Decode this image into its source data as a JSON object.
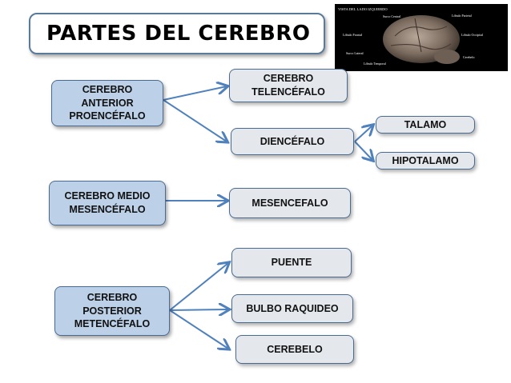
{
  "title": "PARTES DEL  CEREBRO",
  "brain_image": {
    "caption": "VISTA DEL LADO IZQUIERDO",
    "labels": {
      "surco_central": "Surco Central",
      "lobulo_frontal": "Lóbulo Frontal",
      "lobulo_parietal": "Lóbulo Parietal",
      "lobulo_occipital": "Lóbulo Occipital",
      "surco_lateral": "Surco Lateral",
      "lobulo_temporal": "Lóbulo Temporal",
      "cerebelo": "Cerebelo"
    }
  },
  "nodes": {
    "anterior": {
      "line1": "CEREBRO",
      "line2": "ANTERIOR",
      "line3": "PROENCÉFALO"
    },
    "telencefalo": {
      "line1": "CEREBRO",
      "line2": "TELENCÉFALO"
    },
    "diencefalo": "DIENCÉFALO",
    "talamo": "TALAMO",
    "hipotalamo": "HIPOTALAMO",
    "medio": {
      "line1": "CEREBRO MEDIO",
      "line2": "MESENCÉFALO"
    },
    "mesencefalo": "MESENCEFALO",
    "puente": "PUENTE",
    "posterior": {
      "line1": "CEREBRO",
      "line2": "POSTERIOR",
      "line3": "METENCÉFALO"
    },
    "bulbo": "BULBO RAQUIDEO",
    "cerebelo": "CEREBELO"
  },
  "colors": {
    "main_node_fill": "#bcd0e8",
    "sub_node_fill": "#e4e8ed",
    "border": "#4a6a90",
    "arrow": "#4f81bd"
  }
}
